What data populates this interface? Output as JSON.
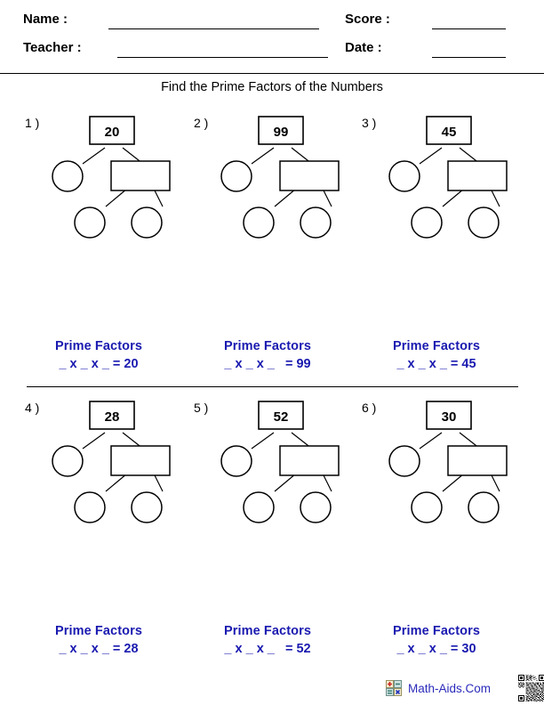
{
  "header": {
    "name_label": "Name :",
    "teacher_label": "Teacher :",
    "score_label": "Score :",
    "date_label": "Date :",
    "name_value": "",
    "teacher_value": "",
    "score_value": "",
    "date_value": ""
  },
  "title": "Find the Prime Factors of the Numbers",
  "answer_heading": "Prime Factors",
  "problems": [
    {
      "number": "1 )",
      "value": "20",
      "answer_line": "_ x _ x _ = 20"
    },
    {
      "number": "2 )",
      "value": "99",
      "answer_line": "_ x _ x _   = 99"
    },
    {
      "number": "3 )",
      "value": "45",
      "answer_line": "_ x _ x _ = 45"
    },
    {
      "number": "4 )",
      "value": "28",
      "answer_line": "_ x _ x _ = 28"
    },
    {
      "number": "5 )",
      "value": "52",
      "answer_line": "_ x _ x _   = 52"
    },
    {
      "number": "6 )",
      "value": "30",
      "answer_line": "_ x _ x _ = 30"
    }
  ],
  "footer": {
    "brand": "Math-Aids.Com",
    "brand_icon": "math-symbols-icon",
    "qr_icon": "qr-code"
  },
  "colors": {
    "answer_blue": "#1a1ab0",
    "brand_blue": "#2b2bbb",
    "ink": "#000000",
    "paper": "#ffffff"
  }
}
